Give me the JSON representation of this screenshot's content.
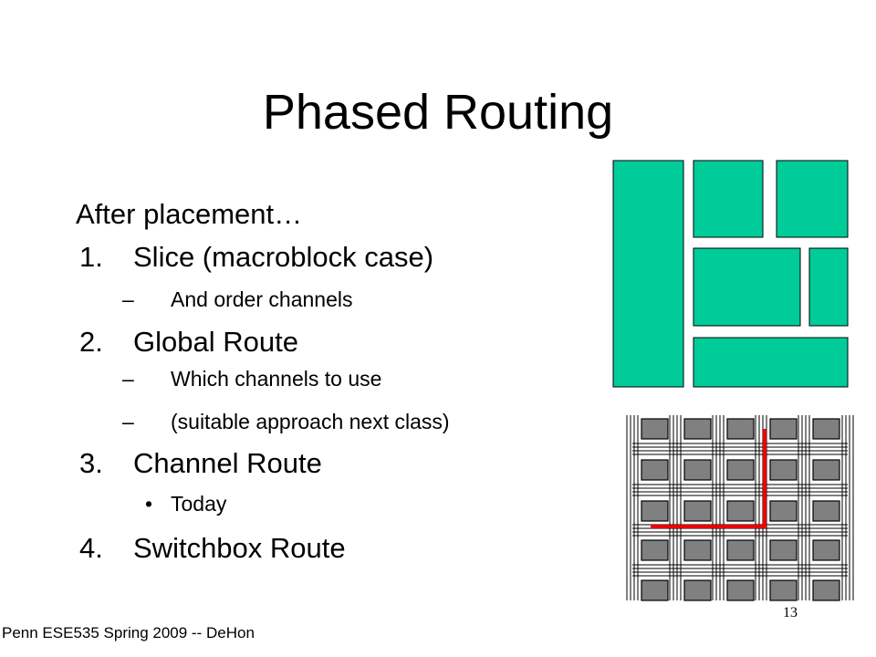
{
  "slide": {
    "title": "Phased Routing",
    "intro": "After placement…",
    "items": [
      {
        "num": "1.",
        "text": "Slice (macroblock case)"
      },
      {
        "num": "2.",
        "text": "Global Route"
      },
      {
        "num": "3.",
        "text": "Channel Route"
      },
      {
        "num": "4.",
        "text": "Switchbox Route"
      }
    ],
    "subitems": [
      {
        "marker": "–",
        "text": "And order channels"
      },
      {
        "marker": "–",
        "text": "Which channels to use"
      },
      {
        "marker": "–",
        "text": "(suitable approach next class)"
      },
      {
        "marker": "•",
        "text": "Today"
      }
    ],
    "footer": "Penn ESE535 Spring 2009 -- DeHon",
    "page_number": "13"
  },
  "colors": {
    "block_fill": "#00cc99",
    "cell_fill": "#808080",
    "route_highlight": "#ee0000",
    "wire": "#000000"
  }
}
